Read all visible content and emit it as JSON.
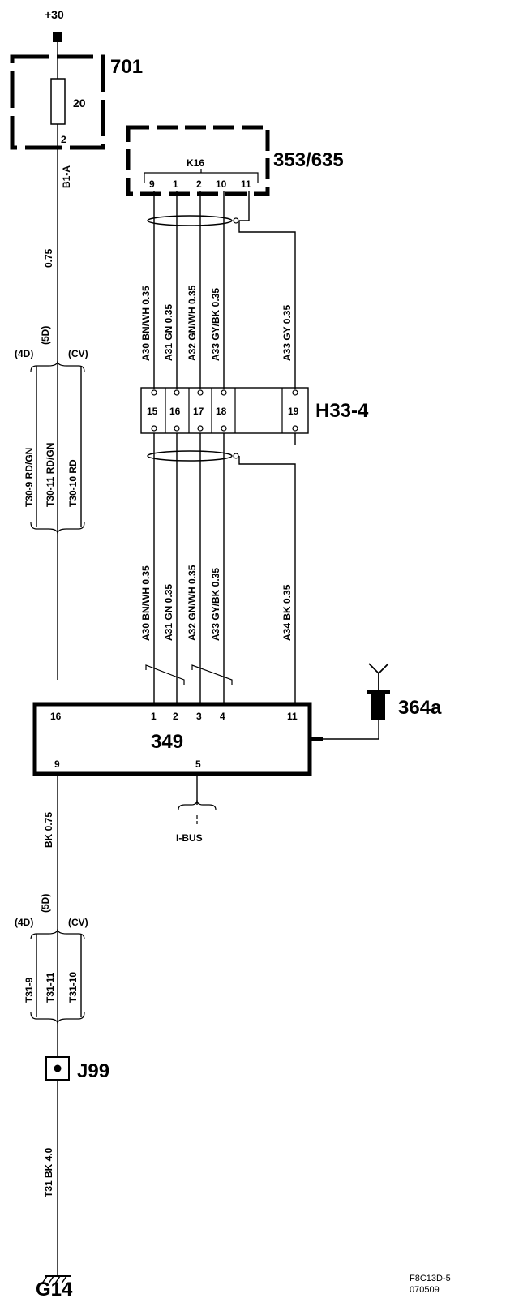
{
  "supply": {
    "label": "+30"
  },
  "fuse_box": {
    "id": "701",
    "fuse_rating": "20",
    "pin": "2",
    "connector": "B1-A"
  },
  "supply_wire": {
    "size": "0.75"
  },
  "variants": {
    "d5": "(5D)",
    "d4": "(4D)",
    "cv": "(CV)"
  },
  "power_terms": {
    "t4d": "T30-9  RD/GN",
    "t5d": "T30-11  RD/GN",
    "tcv": "T30-10  RD"
  },
  "connector_top": {
    "id": "353/635",
    "name": "K16",
    "pins": [
      "9",
      "1",
      "2",
      "10",
      "11"
    ]
  },
  "wires_upper": {
    "w1": "A30  BN/WH  0.35",
    "w2": "A31  GN 0.35",
    "w3": "A32  GN/WH  0.35",
    "w4": "A33  GY/BK  0.35",
    "w5": "A33  GY 0.35"
  },
  "connector_mid": {
    "id": "H33-4",
    "pins": [
      "15",
      "16",
      "17",
      "18",
      "19"
    ]
  },
  "wires_lower": {
    "w1": "A30  BN/WH  0.35",
    "w2": "A31  GN 0.35",
    "w3": "A32  GN/WH  0.35",
    "w4": "A33  GY/BK  0.35",
    "w5": "A34  BK 0.35"
  },
  "module": {
    "id": "349",
    "pins_top": [
      "16",
      "1",
      "2",
      "3",
      "4",
      "11"
    ],
    "pin_bottom_left": "9",
    "pin_bottom_mid": "5"
  },
  "antenna": {
    "id": "364a"
  },
  "bus": {
    "label": "I-BUS"
  },
  "ground_wire": {
    "upper": "BK 0.75",
    "lower": "T31  BK  4.0"
  },
  "ground_terms": {
    "t4d": "T31-9",
    "t5d": "T31-11",
    "tcv": "T31-10"
  },
  "junction": {
    "id": "J99"
  },
  "ground": {
    "id": "G14"
  },
  "footer": {
    "code": "F8C13D-5",
    "date": "070509"
  }
}
